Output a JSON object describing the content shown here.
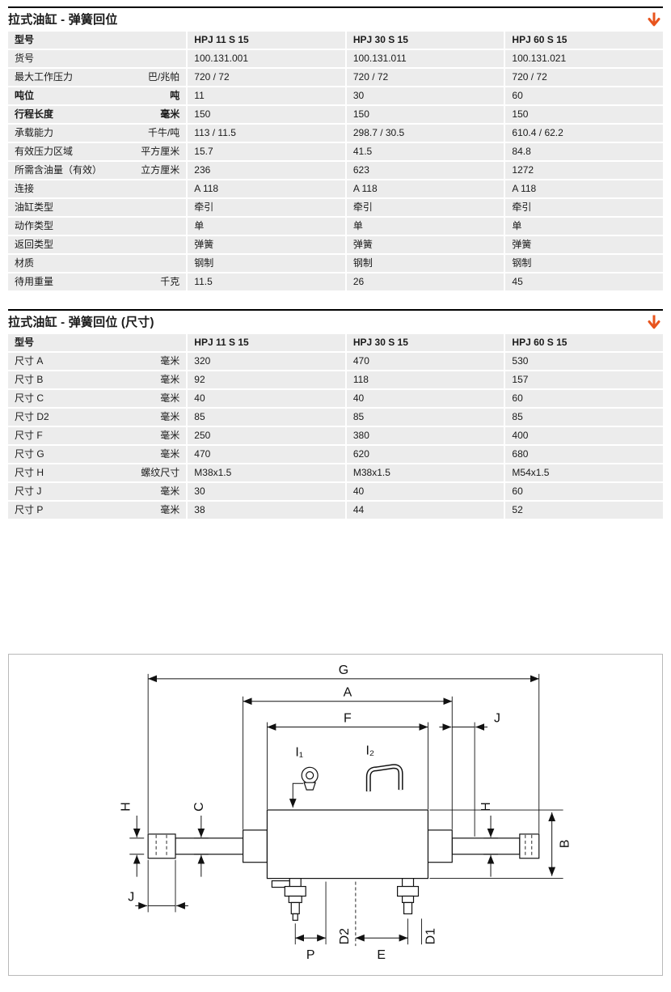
{
  "colors": {
    "accent": "#e8541d",
    "table_cell_bg": "#ececec",
    "text": "#1a1a1a"
  },
  "tables": [
    {
      "title": "拉式油缸 - 弹簧回位",
      "columns": [
        "型号",
        "HPJ 11 S 15",
        "HPJ 30 S 15",
        "HPJ 60 S 15"
      ],
      "rows": [
        {
          "label": "货号",
          "unit": "",
          "bold": false,
          "values": [
            "100.131.001",
            "100.131.011",
            "100.131.021"
          ]
        },
        {
          "label": "最大工作压力",
          "unit": "巴/兆帕",
          "bold": false,
          "values": [
            "720 / 72",
            "720 / 72",
            "720 / 72"
          ]
        },
        {
          "label": "吨位",
          "unit": "吨",
          "bold": true,
          "values": [
            "11",
            "30",
            "60"
          ]
        },
        {
          "label": "行程长度",
          "unit": "毫米",
          "bold": true,
          "values": [
            "150",
            "150",
            "150"
          ]
        },
        {
          "label": "承载能力",
          "unit": "千牛/吨",
          "bold": false,
          "values": [
            "113 / 11.5",
            "298.7 / 30.5",
            "610.4 / 62.2"
          ]
        },
        {
          "label": "有效压力区域",
          "unit": "平方厘米",
          "bold": false,
          "values": [
            "15.7",
            "41.5",
            "84.8"
          ]
        },
        {
          "label": "所需含油量（有效）",
          "unit": "立方厘米",
          "bold": false,
          "values": [
            "236",
            "623",
            "1272"
          ]
        },
        {
          "label": "连接",
          "unit": "",
          "bold": false,
          "values": [
            "A 118",
            "A 118",
            "A 118"
          ]
        },
        {
          "label": "油缸类型",
          "unit": "",
          "bold": false,
          "values": [
            "牵引",
            "牵引",
            "牵引"
          ]
        },
        {
          "label": "动作类型",
          "unit": "",
          "bold": false,
          "values": [
            "单",
            "单",
            "单"
          ]
        },
        {
          "label": "返回类型",
          "unit": "",
          "bold": false,
          "values": [
            "弹簧",
            "弹簧",
            "弹簧"
          ]
        },
        {
          "label": "材质",
          "unit": "",
          "bold": false,
          "values": [
            "钢制",
            "钢制",
            "钢制"
          ]
        },
        {
          "label": "待用重量",
          "unit": "千克",
          "bold": false,
          "values": [
            "11.5",
            "26",
            "45"
          ]
        }
      ]
    },
    {
      "title": "拉式油缸 - 弹簧回位 (尺寸)",
      "columns": [
        "型号",
        "HPJ 11 S 15",
        "HPJ 30 S 15",
        "HPJ 60 S 15"
      ],
      "rows": [
        {
          "label": "尺寸 A",
          "unit": "毫米",
          "bold": false,
          "values": [
            "320",
            "470",
            "530"
          ]
        },
        {
          "label": "尺寸 B",
          "unit": "毫米",
          "bold": false,
          "values": [
            "92",
            "118",
            "157"
          ]
        },
        {
          "label": "尺寸 C",
          "unit": "毫米",
          "bold": false,
          "values": [
            "40",
            "40",
            "60"
          ]
        },
        {
          "label": "尺寸 D2",
          "unit": "毫米",
          "bold": false,
          "values": [
            "85",
            "85",
            "85"
          ]
        },
        {
          "label": "尺寸 F",
          "unit": "毫米",
          "bold": false,
          "values": [
            "250",
            "380",
            "400"
          ]
        },
        {
          "label": "尺寸 G",
          "unit": "毫米",
          "bold": false,
          "values": [
            "470",
            "620",
            "680"
          ]
        },
        {
          "label": "尺寸 H",
          "unit": "螺纹尺寸",
          "bold": false,
          "values": [
            "M38x1.5",
            "M38x1.5",
            "M54x1.5"
          ]
        },
        {
          "label": "尺寸 J",
          "unit": "毫米",
          "bold": false,
          "values": [
            "30",
            "40",
            "60"
          ]
        },
        {
          "label": "尺寸 P",
          "unit": "毫米",
          "bold": false,
          "values": [
            "38",
            "44",
            "52"
          ]
        }
      ]
    }
  ],
  "diagram": {
    "labels": {
      "G": "G",
      "A": "A",
      "F": "F",
      "J": "J",
      "I1": "I₁",
      "I2": "I₂",
      "H": "H",
      "C": "C",
      "B": "B",
      "P": "P",
      "D2": "D2",
      "E": "E",
      "D1": "D1"
    }
  }
}
